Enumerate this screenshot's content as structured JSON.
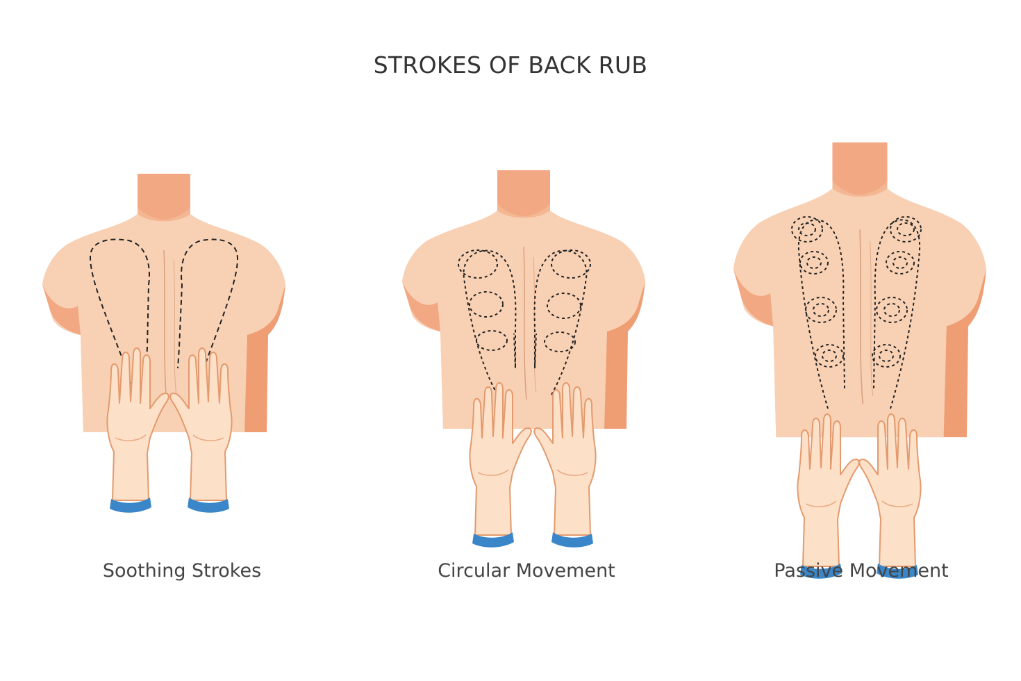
{
  "title": "STROKES OF BACK RUB",
  "panels": [
    {
      "caption": "Soothing Strokes",
      "pattern": "long-loops"
    },
    {
      "caption": "Circular Movement",
      "pattern": "circles-along-loops"
    },
    {
      "caption": "Passive Movement",
      "pattern": "spirals-along-loops"
    }
  ],
  "colors": {
    "skin_light": "#f8d1b4",
    "skin_mid": "#f4b793",
    "skin_shadow": "#ef9d73",
    "hand": "#fde0c8",
    "hand_outline": "#e39a6e",
    "cuff": "#3a86c8",
    "stroke_path": "#222222"
  }
}
